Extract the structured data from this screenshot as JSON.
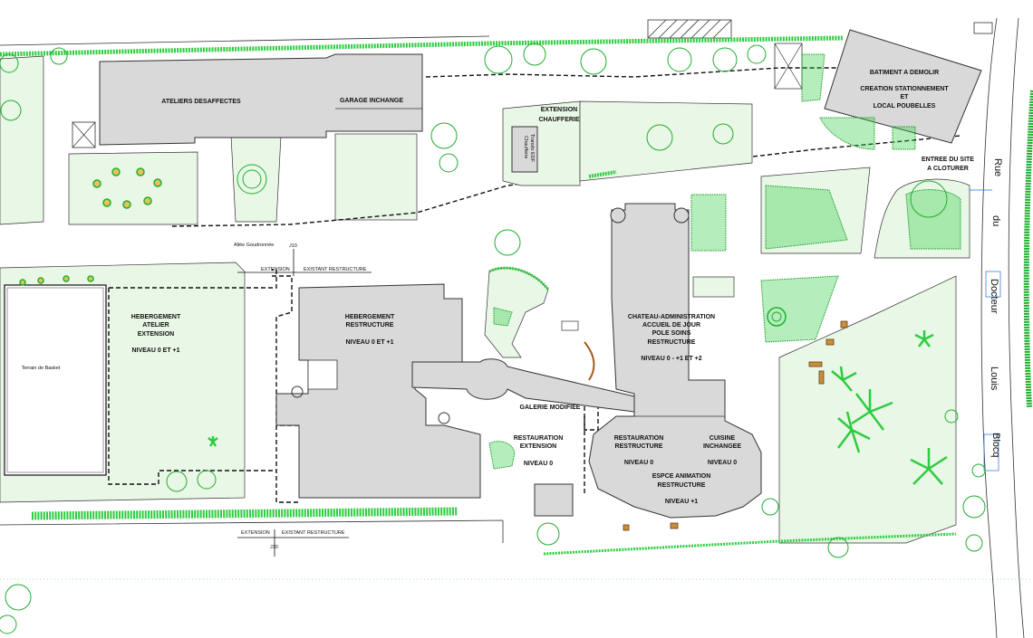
{
  "labels": {
    "ateliers": "ATELIERS DESAFFECTES",
    "garage": "GARAGE INCHANGE",
    "extension_chaufferie": [
      "EXTENSION",
      "CHAUFFERIE"
    ],
    "chaufferie_1": "Chaufferie",
    "chaufferie_2": "Transfo EDF",
    "batiment_demolir": "BATIMENT A DEMOLIR",
    "creation_stationnement": [
      "CREATION STATIONNEMENT",
      "ET",
      "LOCAL POUBELLES"
    ],
    "entree_site": [
      "ENTREE DU SITE",
      "A CLOTURER"
    ],
    "allee": "Allée Goudronnée",
    "j10_top": "J10",
    "j10_bottom": "J10",
    "ext_existant_top_1": "EXTENSION",
    "ext_existant_top_2": "EXISTANT RESTRUCTURE",
    "ext_existant_bottom_1": "EXTENSION",
    "ext_existant_bottom_2": "EXISTANT RESTRUCTURE",
    "hebergement_atelier": [
      "HEBERGEMENT",
      "ATELIER",
      "EXTENSION",
      "",
      "NIVEAU 0 ET +1"
    ],
    "hebergement_restructure": [
      "HEBERGEMENT",
      "RESTRUCTURE",
      "",
      "NIVEAU 0 ET +1"
    ],
    "chateau": [
      "CHATEAU-ADMINISTRATION",
      "ACCUEIL DE JOUR",
      "POLE SOINS",
      "RESTRUCTURE",
      "",
      "NIVEAU 0 - +1 ET +2"
    ],
    "galerie": "GALERIE MODIFIEE",
    "restauration_ext": [
      "RESTAURATION",
      "EXTENSION",
      "",
      "NIVEAU 0"
    ],
    "restauration_restr": [
      "RESTAURATION",
      "RESTRUCTURE",
      "",
      "NIVEAU 0"
    ],
    "cuisine": [
      "CUISINE",
      "INCHANGEE",
      "",
      "NIVEAU 0"
    ],
    "espace_animation": [
      "ESPCE ANIMATION",
      "RESTRUCTURE",
      "",
      "NIVEAU +1"
    ],
    "terrain_basket": "Terrain de Basket",
    "street_rue": "Rue",
    "street_du": "du",
    "street_docteur": "Docteur",
    "street_louis": "Louis",
    "street_blocq": "Blocq"
  },
  "colors": {
    "vegetation": "#2ecc40",
    "lawn": "#e9f7e6",
    "building": "#d9d9d9",
    "line": "#111111",
    "utility_blue": "#1e6fe0"
  }
}
